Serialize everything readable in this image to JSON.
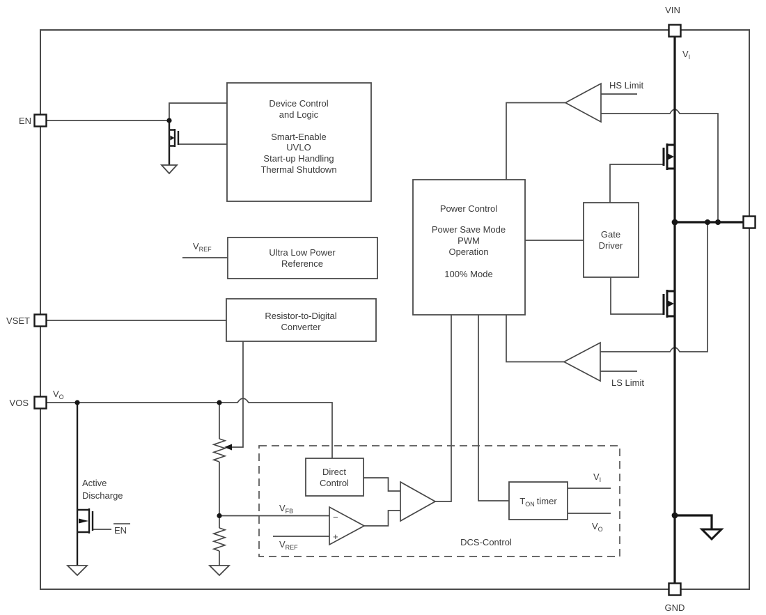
{
  "pins": {
    "vin": "VIN",
    "gnd": "GND",
    "en": "EN",
    "vset": "VSET",
    "vos": "VOS"
  },
  "blocks": {
    "device_control": [
      "Device Control",
      "and Logic",
      "Smart-Enable",
      "UVLO",
      "Start-up Handling",
      "Thermal Shutdown"
    ],
    "reference": [
      "Ultra Low Power",
      "Reference"
    ],
    "rdc": [
      "Resistor-to-Digital",
      "Converter"
    ],
    "power_control": [
      "Power Control",
      "Power Save Mode",
      "PWM",
      "Operation",
      "100% Mode"
    ],
    "gate_driver": [
      "Gate",
      "Driver"
    ],
    "direct_control": [
      "Direct",
      "Control"
    ],
    "ton_timer": {
      "base": "T",
      "sub": "ON",
      "post": "timer"
    }
  },
  "amps": {
    "hs_limit": "HS Limit",
    "ls_limit": "LS Limit"
  },
  "comparator": {
    "minus": "−",
    "plus": "+",
    "vfb": {
      "base": "V",
      "sub": "FB"
    },
    "vref": {
      "base": "V",
      "sub": "REF"
    }
  },
  "nets": {
    "vi_top": {
      "base": "V",
      "sub": "I"
    },
    "vo_vos": {
      "base": "V",
      "sub": "O"
    },
    "vref_out": {
      "base": "V",
      "sub": "REF"
    },
    "vi_ton": {
      "base": "V",
      "sub": "I"
    },
    "vo_ton": {
      "base": "V",
      "sub": "O"
    },
    "en_bar": "EN"
  },
  "annotations": {
    "dcs": "DCS-Control",
    "active_discharge": [
      "Active",
      "Discharge"
    ]
  },
  "colors": {
    "background": "#ffffff",
    "wire": "#474747",
    "bold_wire": "#161616",
    "block_border": "#4a4a4a",
    "text": "#3b3b3b"
  }
}
